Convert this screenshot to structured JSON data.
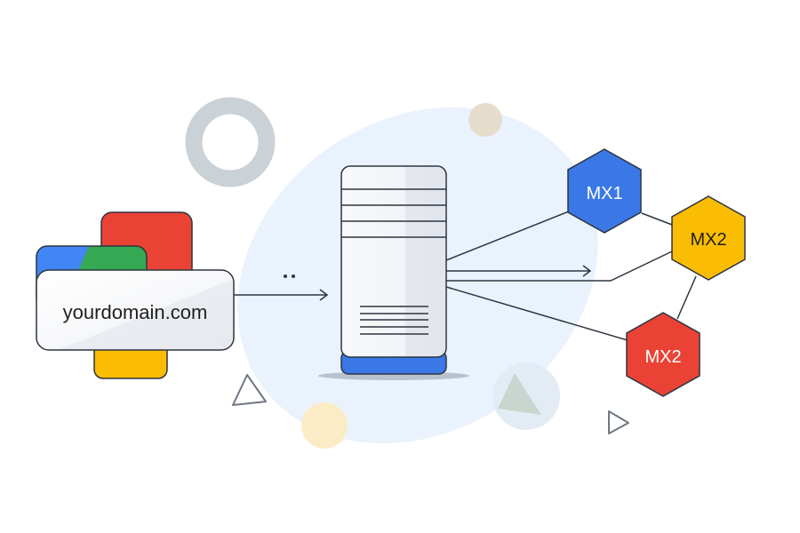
{
  "diagram": {
    "domain_card": {
      "label": "yourdomain.com"
    },
    "server": {
      "label": ""
    },
    "mx_nodes": [
      {
        "label": "MX1",
        "color": "#3b78e7",
        "text_color": "#ffffff"
      },
      {
        "label": "MX2",
        "color": "#fbbc04",
        "text_color": "#1f1f1f"
      },
      {
        "label": "MX2",
        "color": "#ea4335",
        "text_color": "#ffffff"
      }
    ],
    "colors": {
      "blue": "#4285f4",
      "red": "#ea4335",
      "green": "#34a853",
      "yellow": "#fbbc04",
      "blob": "#eaf2fd",
      "stroke": "#2d3540"
    }
  }
}
